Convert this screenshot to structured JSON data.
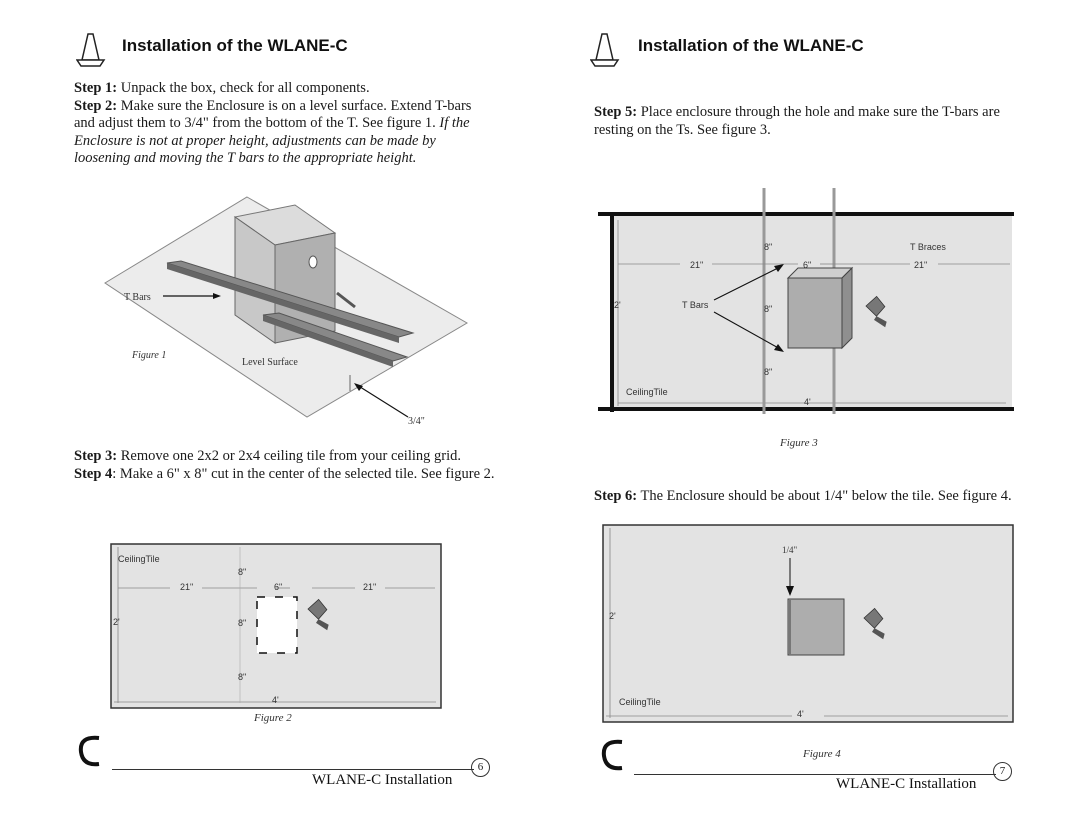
{
  "left": {
    "heading": "Installation of the WLANE-C",
    "step1_label": "Step 1:",
    "step1_text": " Unpack the box, check for all components.",
    "step2_label": "Step 2:",
    "step2_text": " Make sure the Enclosure is on a level surface.  Extend T-bars and adjust them to 3/4\" from the bottom of the T. See figure 1. ",
    "step2_italic": "If the Enclosure is not at proper height, adjustments can be made by loosening and moving the T bars to the appropriate height.",
    "fig1": {
      "t_bars": "T Bars",
      "caption": "Figure 1",
      "level_surface": "Level Surface",
      "dim": "3/4\""
    },
    "step3_label": "Step 3:",
    "step3_text": " Remove one 2x2 or 2x4 ceiling tile from your ceiling grid.",
    "step4_label": "Step 4",
    "step4_text": ": Make a 6\" x 8\" cut in the center of the selected tile. See figure 2.",
    "fig2": {
      "tile": "CeilingTile",
      "d8a": "8\"",
      "d21a": "21\"",
      "d6": "6\"",
      "d21b": "21\"",
      "d2": "2'",
      "d8b": "8\"",
      "d8c": "8\"",
      "d4": "4'",
      "caption": "Figure 2"
    },
    "footer": "WLANE-C Installation",
    "page_number": "6"
  },
  "right": {
    "heading": "Installation of the WLANE-C",
    "step5_label": "Step 5:",
    "step5_text": " Place enclosure through the hole and make sure the T-bars are resting on the Ts. See figure 3.",
    "fig3": {
      "d8a": "8\"",
      "braces": "T Braces",
      "d21a": "21\"",
      "d6": "6\"",
      "d21b": "21\"",
      "d2": "2'",
      "t_bars": "T Bars",
      "d8b": "8\"",
      "d8c": "8\"",
      "tile": "CeilingTile",
      "d4": "4'",
      "caption": "Figure 3"
    },
    "step6_label": "Step 6:",
    "step6_text": " The Enclosure should be about 1/4\" below the tile. See figure 4.",
    "fig4": {
      "d14": "1/4\"",
      "d2": "2'",
      "tile": "CeilingTile",
      "d4": "4'",
      "caption": "Figure 4"
    },
    "footer": "WLANE-C Installation",
    "page_number": "7"
  },
  "colors": {
    "tile": "#e3e3e3",
    "box": "#b5b5b5",
    "bar": "#999999",
    "frame": "#1a1a1a"
  },
  "icons": [
    "caution-cone-icon",
    "utility-knife-icon",
    "brand-logo-icon"
  ]
}
